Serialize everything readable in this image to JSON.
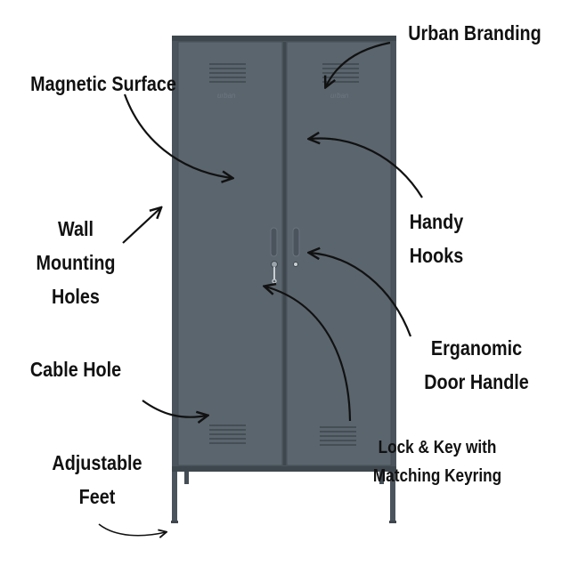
{
  "product": {
    "brand_mark": "urban",
    "colors": {
      "body": "#5b656e",
      "body_dark": "#4b545c",
      "edge": "#3f474e",
      "highlight": "#6a747d",
      "vent": "#454e55",
      "arrow": "#111111",
      "text": "#111111"
    }
  },
  "labels": {
    "urban_branding": "Urban Branding",
    "magnetic_surface": "Magnetic Surface",
    "wall_mounting": [
      "Wall",
      "Mounting",
      "Holes"
    ],
    "handy_hooks": [
      "Handy",
      "Hooks"
    ],
    "ergonomic_handle": [
      "Erganomic",
      "Door Handle"
    ],
    "cable_hole": "Cable Hole",
    "adjustable_feet": [
      "Adjustable",
      "Feet"
    ],
    "lock_key": [
      "Lock & Key with",
      "Matching Keyring"
    ]
  }
}
